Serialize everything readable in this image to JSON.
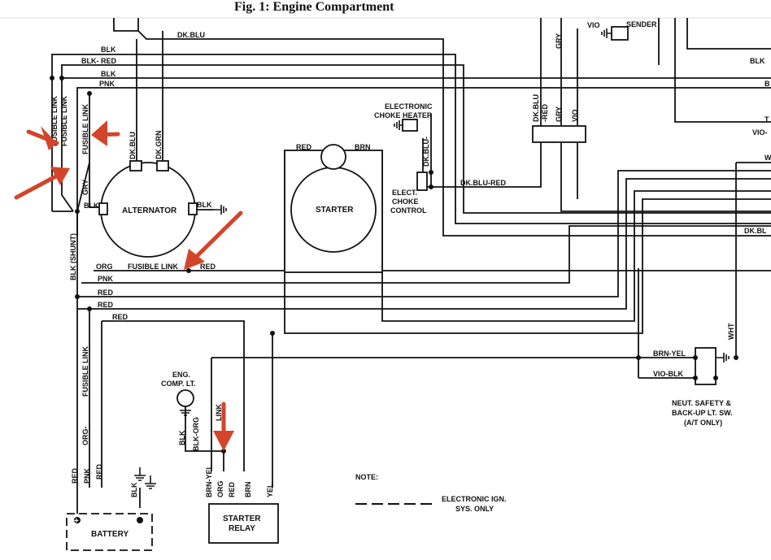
{
  "title": "Fig. 1: Engine Compartment",
  "components": {
    "alternator": "ALTERNATOR",
    "starter": "STARTER",
    "battery": "BATTERY",
    "battery_plus": "+",
    "starter_relay_1": "STARTER",
    "starter_relay_2": "RELAY",
    "choke_heater_1": "ELECTRONIC",
    "choke_heater_2": "CHOKE HEATER",
    "choke_control_1": "ELECT.",
    "choke_control_2": "CHOKE",
    "choke_control_3": "CONTROL",
    "eng_comp_lt_1": "ENG.",
    "eng_comp_lt_2": "COMP. LT.",
    "sender": "SENDER",
    "neut_switch_1": "NEUT. SAFETY &",
    "neut_switch_2": "BACK-UP LT. SW.",
    "neut_switch_3": "(A/T ONLY)"
  },
  "note": {
    "label": "NOTE:",
    "legend_1": "ELECTRONIC IGN.",
    "legend_2": "SYS. ONLY"
  },
  "wires": {
    "top_dkblu": "DK.BLU",
    "blk_1": "BLK",
    "blk_red": "BLK- RED",
    "blk_2": "BLK",
    "pnk_1": "PNK",
    "fusible_link_1": "FUSIBLE LINK",
    "fusible_link_2": "FUSIBLE LINK",
    "fusible_link_3": "FUSIBLE LINK",
    "fusible_link_4": "FUSIBLE LINK",
    "fusible_link_5": "FUSIBLE LINK",
    "link": "LINK",
    "gry": "GRY",
    "blk_alt": "BLK",
    "blk_gnd": "BLK",
    "blk_shunt": "BLK (SHUNT)",
    "dk_blu_alt": "DK.BLU",
    "dk_grn_alt": "DK.GRN",
    "red_starter": "RED",
    "brn_starter": "BRN",
    "dk_blu_choke": "DK.BLU-",
    "dk_blu_red": "DK.BLU-RED",
    "org": "ORG",
    "red_fl": "RED",
    "pnk_2": "PNK",
    "red_1": "RED",
    "red_2": "RED",
    "red_3": "RED",
    "org_dash": "ORG-",
    "red_bat": "RED",
    "pnk_bat": "PNK",
    "red_bat2": "RED",
    "blk_bat": "BLK",
    "blk_lt": "BLK",
    "blk_org": "BLK-ORG",
    "brn_yel": "BRN-YEL",
    "org_relay": "ORG",
    "red_relay": "RED",
    "brn_relay": "BRN",
    "yel_relay": "YEL",
    "brn_yel_sw": "BRN-YEL",
    "vio_blk_sw": "VIO-BLK",
    "wht": "WHT",
    "vio_top": "VIO",
    "gry_top": "GRY",
    "conn_dkblu": "DK.BLU",
    "conn_red": "-RED",
    "conn_gry": "GRY",
    "conn_vio": "VIO",
    "edge_blk": "BLK",
    "edge_b": "B",
    "edge_t": "T",
    "edge_vio": "VIO-",
    "edge_w": "W",
    "edge_dkbl": "DK.BL"
  }
}
